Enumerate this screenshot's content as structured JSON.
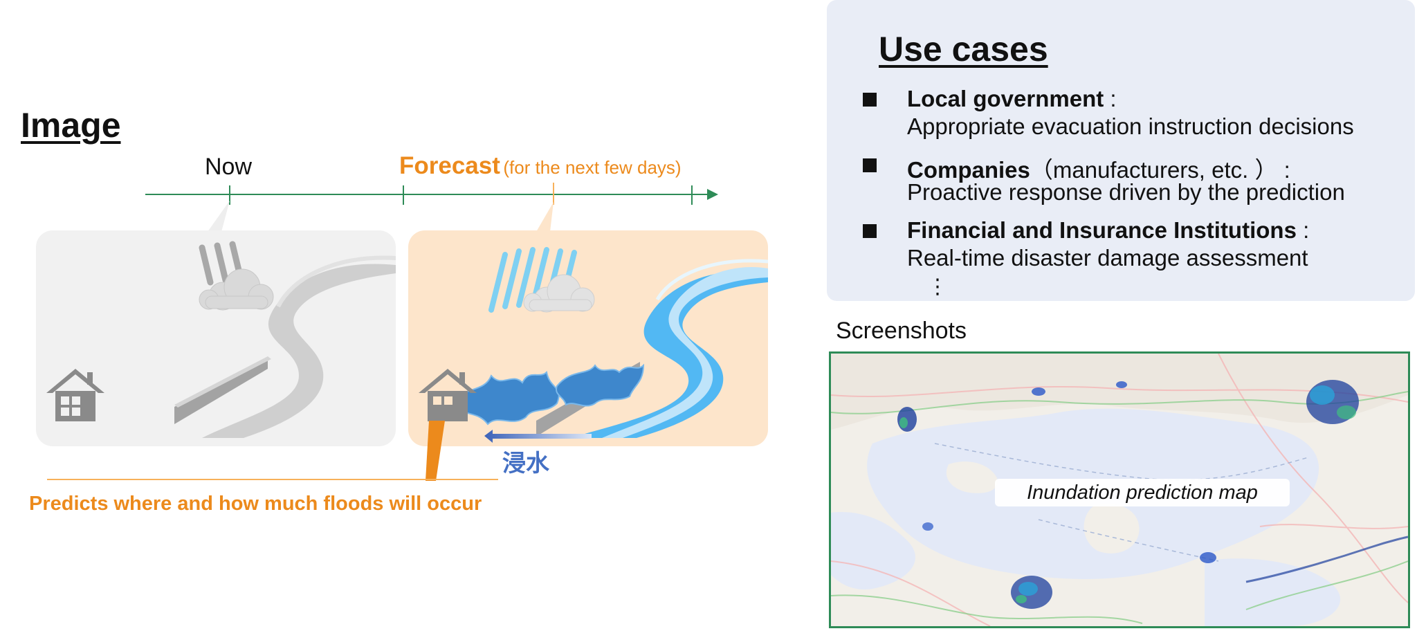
{
  "left": {
    "heading": "Image",
    "timeline": {
      "now_label": "Now",
      "forecast_label": "Forecast",
      "forecast_sublabel": "(for the next few days)"
    },
    "flood_label": "浸水",
    "prediction_text": "Predicts where and how much floods will occur"
  },
  "use_cases": {
    "heading": "Use cases",
    "items": [
      {
        "title": "Local government",
        "suffix": " :",
        "detail": "Appropriate evacuation instruction decisions"
      },
      {
        "title": "Companies",
        "suffix": "（manufacturers, etc. ）  :",
        "detail": "Proactive response driven by the prediction"
      },
      {
        "title": "Financial and Insurance Institutions",
        "suffix": "  :",
        "detail": "Real-time disaster damage assessment"
      }
    ],
    "ellipsis": "⋮"
  },
  "screenshots": {
    "label": "Screenshots",
    "map_caption": "Inundation prediction map"
  },
  "colors": {
    "accent_orange": "#ec8a1c",
    "timeline_green": "#2e8b57",
    "flood_blue": "#4470c4",
    "usecase_bg": "#e9edf6"
  }
}
